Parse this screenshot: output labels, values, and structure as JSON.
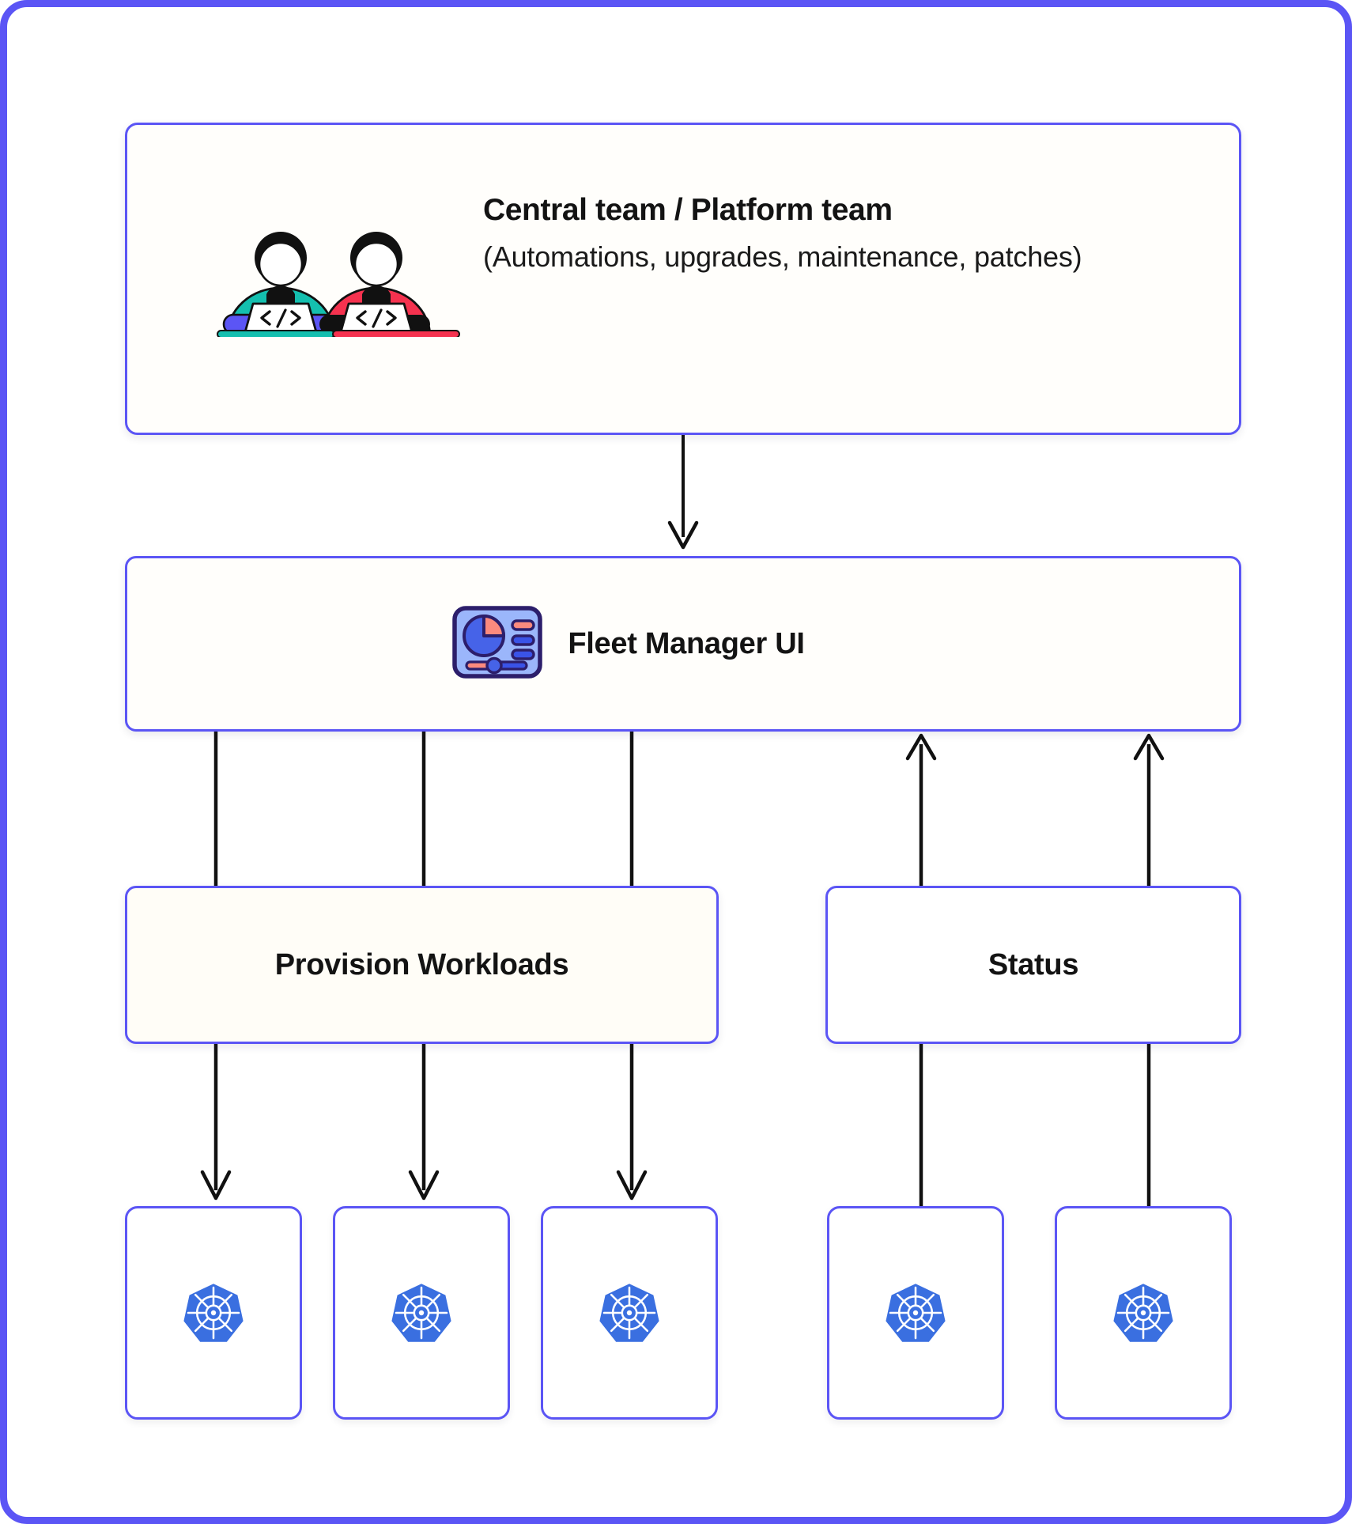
{
  "theme": {
    "frame_border": "#5B55F5",
    "node_border": "#5B55F5",
    "node_fill": "#FFFEFB",
    "connector": "#111111",
    "text": "#131313",
    "k8s_blue": "#3A6FE0",
    "illustration": {
      "teal": "#14BFAF",
      "red": "#F5324F",
      "blue": "#5B55F5",
      "black": "#111111",
      "white": "#FFFFFF"
    },
    "fleet_icon": {
      "panel": "#9BB6FB",
      "panel_outline": "#2C1E6B",
      "pie_blue": "#4663E8",
      "pie_pink": "#FB8A7E",
      "bar_pink": "#FB8A7E",
      "bar_blue": "#3A53E8"
    }
  },
  "nodes": {
    "central_team": {
      "title": "Central team / Platform team",
      "subtitle": "(Automations, upgrades, maintenance, patches)",
      "icon": "two-developers-illustration"
    },
    "fleet_manager": {
      "title": "Fleet Manager UI",
      "icon": "dashboard-icon"
    },
    "provision_workloads": {
      "title": "Provision Workloads"
    },
    "status": {
      "title": "Status"
    }
  },
  "clusters": [
    {
      "id": "cluster-1",
      "icon": "kubernetes-logo"
    },
    {
      "id": "cluster-2",
      "icon": "kubernetes-logo"
    },
    {
      "id": "cluster-3",
      "icon": "kubernetes-logo"
    },
    {
      "id": "cluster-4",
      "icon": "kubernetes-logo"
    },
    {
      "id": "cluster-5",
      "icon": "kubernetes-logo"
    }
  ],
  "connectors": [
    {
      "name": "central-team-to-fleet-manager",
      "direction": "down",
      "arrowhead": true
    },
    {
      "name": "fleet-manager-to-provision-1",
      "direction": "down",
      "arrowhead": false
    },
    {
      "name": "fleet-manager-to-provision-2",
      "direction": "down",
      "arrowhead": false
    },
    {
      "name": "fleet-manager-to-provision-3",
      "direction": "down",
      "arrowhead": false
    },
    {
      "name": "provision-to-cluster-1",
      "direction": "down",
      "arrowhead": true
    },
    {
      "name": "provision-to-cluster-2",
      "direction": "down",
      "arrowhead": true
    },
    {
      "name": "provision-to-cluster-3",
      "direction": "down",
      "arrowhead": true
    },
    {
      "name": "status-to-fleet-manager-1",
      "direction": "up",
      "arrowhead": true
    },
    {
      "name": "status-to-fleet-manager-2",
      "direction": "up",
      "arrowhead": true
    },
    {
      "name": "cluster-4-to-status",
      "direction": "up",
      "arrowhead": false
    },
    {
      "name": "cluster-5-to-status",
      "direction": "up",
      "arrowhead": false
    }
  ]
}
